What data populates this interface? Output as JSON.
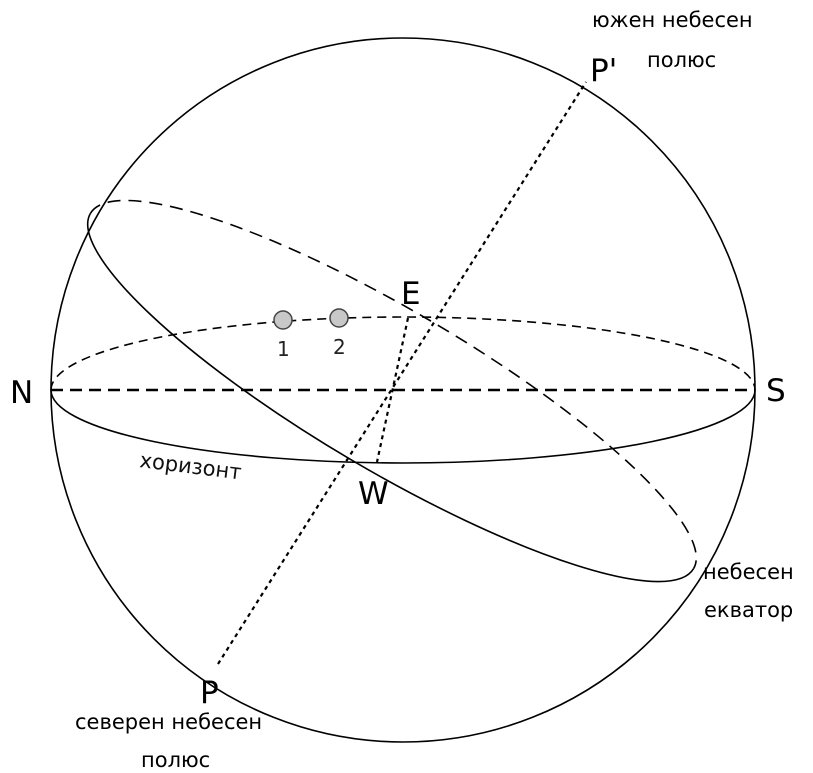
{
  "labels": {
    "north": "N",
    "south": "S",
    "east": "E",
    "west": "W",
    "pole": "P",
    "pole_prime": "P'",
    "star_1": "1",
    "star_2": "2",
    "horizon": "хоризонт",
    "equator_line1": "небесен",
    "equator_line2": "екватор",
    "north_pole_line1": "северен небесен",
    "north_pole_line2": "полюс",
    "south_pole_line1": "южен небесен",
    "south_pole_line2": "полюс"
  },
  "colors": {
    "stroke": "#000000",
    "star_fill": "#c8c8c8",
    "star_stroke": "#444444"
  }
}
